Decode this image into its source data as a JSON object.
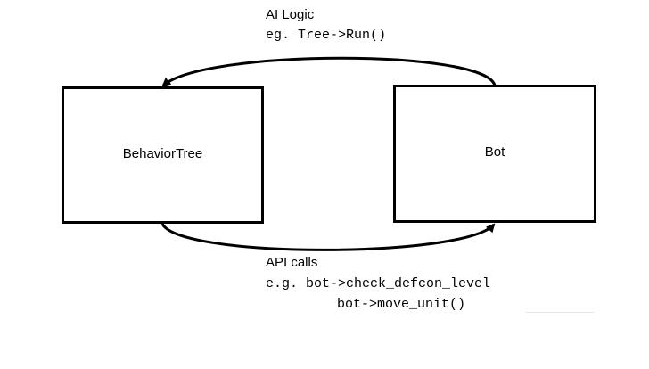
{
  "nodes": {
    "behavior_tree": {
      "label": "BehaviorTree"
    },
    "bot": {
      "label": "Bot"
    }
  },
  "top_edge": {
    "title": "AI Logic",
    "example": "eg. Tree->Run()"
  },
  "bottom_edge": {
    "title": "API calls",
    "example_line_1": "e.g. bot->check_defcon_level",
    "example_line_2": "bot->move_unit()"
  }
}
